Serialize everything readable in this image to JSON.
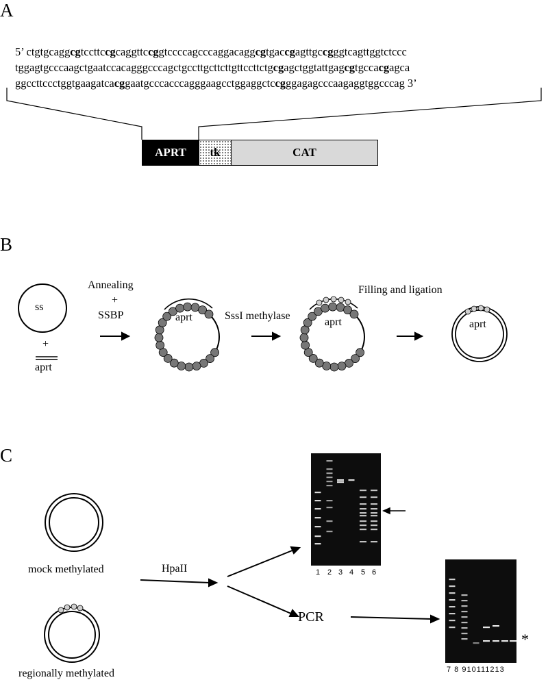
{
  "panels": {
    "a": "A",
    "b": "B",
    "c": "C"
  },
  "panel_a": {
    "seq_prefix": "5’",
    "seq_suffix": "3’",
    "line1": [
      "ctgtgcagg",
      "cg",
      "tccttc",
      "cg",
      "caggttc",
      "cg",
      "gtccccagcccaggacagg",
      "cg",
      "tgac",
      "cg",
      "agttgc",
      "cg",
      "ggtcagttggtctccc"
    ],
    "line2": [
      "tggagtgcccaagctgaatccacagggcccagctgccttgcttcttgttccttctg",
      "cg",
      "agctggtattgag",
      "cg",
      "tgcca",
      "cg",
      "agca"
    ],
    "line3": [
      "ggccttccctggtgaagatca",
      "cg",
      "gaatgcccacccagggaagcctggaggctc",
      "cg",
      "ggagagcccaagaggtggcccag"
    ],
    "construct": {
      "aprt": "APRT",
      "tk": "tk",
      "cat": "CAT"
    }
  },
  "panel_b": {
    "ss": "ss",
    "plus": "+",
    "aprt_fragment": "aprt",
    "step1_line1": "Annealing",
    "step1_line2": "+",
    "step1_line3": "SSBP",
    "circle_label": "aprt",
    "step2": "SssI methylase",
    "step3": "Filling and ligation"
  },
  "panel_c": {
    "mock": "mock methylated",
    "regional": "regionally methylated",
    "enzyme": "HpaII",
    "pcr": "PCR",
    "gel1_lanes": [
      "1",
      "2",
      "3",
      "4",
      "5",
      "6"
    ],
    "gel2_lanes": "7 8 910111213",
    "asterisk": "*"
  },
  "colors": {
    "bead": "#777777",
    "bead_light": "#cfcfcf",
    "cat_fill": "#d9d9d9",
    "aprt_fill": "#000000"
  }
}
